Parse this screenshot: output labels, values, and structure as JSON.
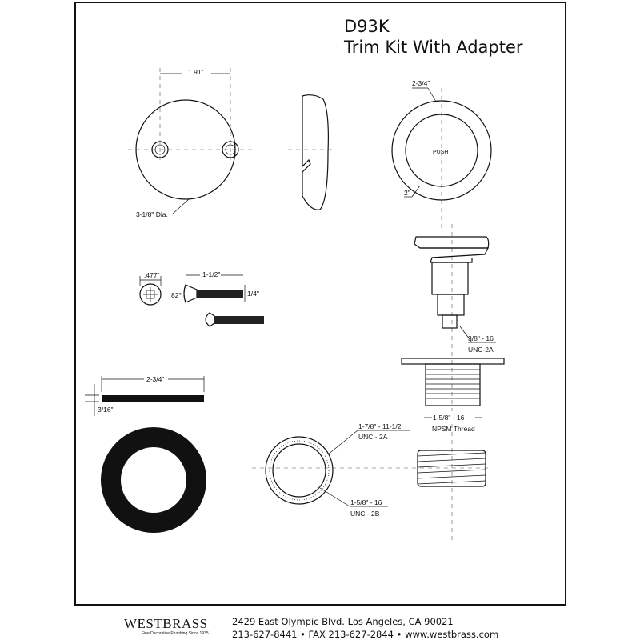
{
  "header": {
    "model": "D93K",
    "title": "Trim Kit With Adapter"
  },
  "overflow_plate": {
    "hole_spacing": "1.91\"",
    "diameter": "3-1/8\" Dia."
  },
  "push_button": {
    "outer_dia": "2-3/4\"",
    "inner_dia": "2\"",
    "label": "PUSH"
  },
  "screws": {
    "head_dia": ".477\"",
    "length": "1-1/2\"",
    "angle": "82°",
    "thread_dia": "1/4\""
  },
  "stopper": {
    "thread_line1": "3/8\" - 16",
    "thread_line2": "UNC-2A"
  },
  "adapter": {
    "thread_line1": "1-5/8\" - 16",
    "thread_line2": "NPSM Thread"
  },
  "gasket": {
    "outer_dia": "2-3/4\"",
    "thickness": "3/16\""
  },
  "ring": {
    "outer_line1": "1-7/8\" - 11-1/2",
    "outer_line2": "UNC - 2A",
    "inner_line1": "1-5/8\" - 16",
    "inner_line2": "UNC - 2B"
  },
  "footer": {
    "brand": "WESTBRASS",
    "tagline": "Fine Decorative Plumbing Since 1935",
    "address": "2429 East Olympic Blvd. Los Angeles, CA  90021",
    "contact": "213-627-8441 • FAX 213-627-2844 • www.westbrass.com"
  }
}
